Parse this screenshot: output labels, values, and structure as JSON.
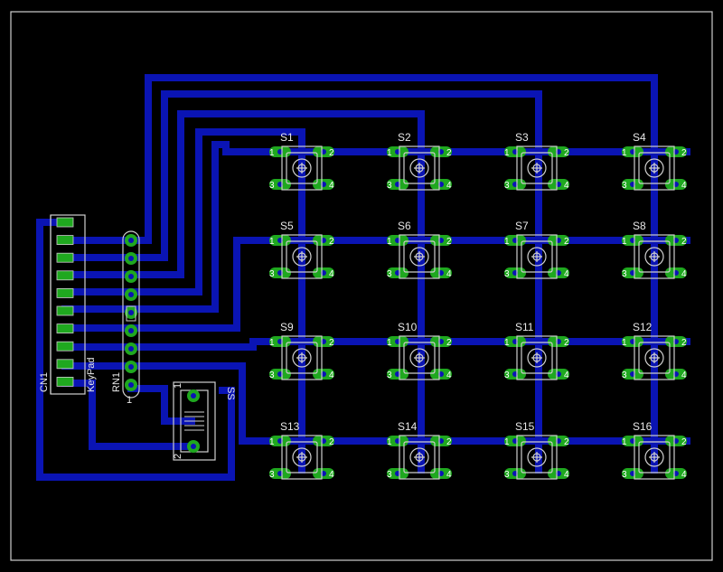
{
  "board": {
    "background": "#000000",
    "outline_color": "#cfcfcf",
    "trace_color": "#0a14b4",
    "pad_color": "#1fa81f",
    "silk_color": "#e8e8e8"
  },
  "switches": [
    {
      "name": "S1"
    },
    {
      "name": "S2"
    },
    {
      "name": "S3"
    },
    {
      "name": "S4"
    },
    {
      "name": "S5"
    },
    {
      "name": "S6"
    },
    {
      "name": "S7"
    },
    {
      "name": "S8"
    },
    {
      "name": "S9"
    },
    {
      "name": "S10"
    },
    {
      "name": "S11"
    },
    {
      "name": "S12"
    },
    {
      "name": "S13"
    },
    {
      "name": "S14"
    },
    {
      "name": "S15"
    },
    {
      "name": "S16"
    }
  ],
  "switch_pins": [
    "1",
    "2",
    "3",
    "4"
  ],
  "connector": {
    "ref": "CN1",
    "value": "KeyPad",
    "pin_count": 10
  },
  "resistor_network": {
    "ref": "RN1",
    "pin1_label": "1",
    "pin_count": 9
  },
  "slide_switch": {
    "ref": "SS",
    "pin1_label": "1",
    "pin2_label": "2"
  }
}
